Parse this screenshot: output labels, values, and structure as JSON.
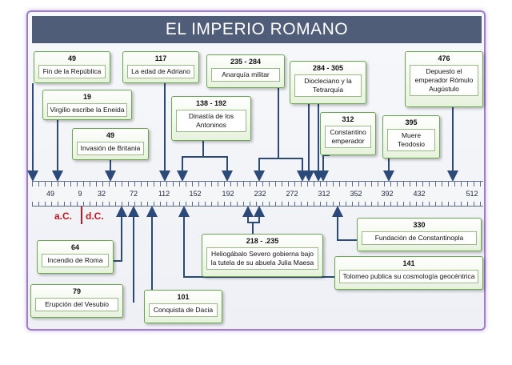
{
  "title": "EL IMPERIO ROMANO",
  "timeline": {
    "ticks": [
      "49",
      "9",
      "32",
      "72",
      "112",
      "152",
      "192",
      "232",
      "272",
      "312",
      "352",
      "392",
      "432",
      "512"
    ],
    "era_bc": "a.C.",
    "era_ad": "d.C."
  },
  "events_top": [
    {
      "year": "49",
      "label": "Fin de la República"
    },
    {
      "year": "19",
      "label": "Virgilio escribe la Eneida"
    },
    {
      "year": "49",
      "label": "Invasión de Britania"
    },
    {
      "year": "117",
      "label": "La edad de Adriano"
    },
    {
      "year": "138 -  192",
      "label": "Dinastía de los Antoninos"
    },
    {
      "year": "235 -  284",
      "label": "Anarquía militar"
    },
    {
      "year": "284 -  305",
      "label": "Diocleciano y la Tetrarquía"
    },
    {
      "year": "312",
      "label": "Constantino emperador"
    },
    {
      "year": "395",
      "label": "Muere Teodosio"
    },
    {
      "year": "476",
      "label": "Depuesto el emperador Rómulo Augústulo"
    }
  ],
  "events_bottom": [
    {
      "year": "64",
      "label": "Incendio de Roma"
    },
    {
      "year": "79",
      "label": "Erupción del Vesubio"
    },
    {
      "year": "101",
      "label": "Conquista de Dacia"
    },
    {
      "year": "218 -  .235",
      "label": "Heliogábalo Severo gobierna bajo la tutela de su abuela Julia Maesa"
    },
    {
      "year": "330",
      "label": "Fundación de Constantinopla"
    },
    {
      "year": "141",
      "label": "Tolomeo publica su cosmología geocéntrica"
    }
  ],
  "colors": {
    "arrow": "#2b4a7a",
    "box_border": "#6aa84f",
    "title_bg": "#4f5d79",
    "era_line": "#c0161c"
  }
}
